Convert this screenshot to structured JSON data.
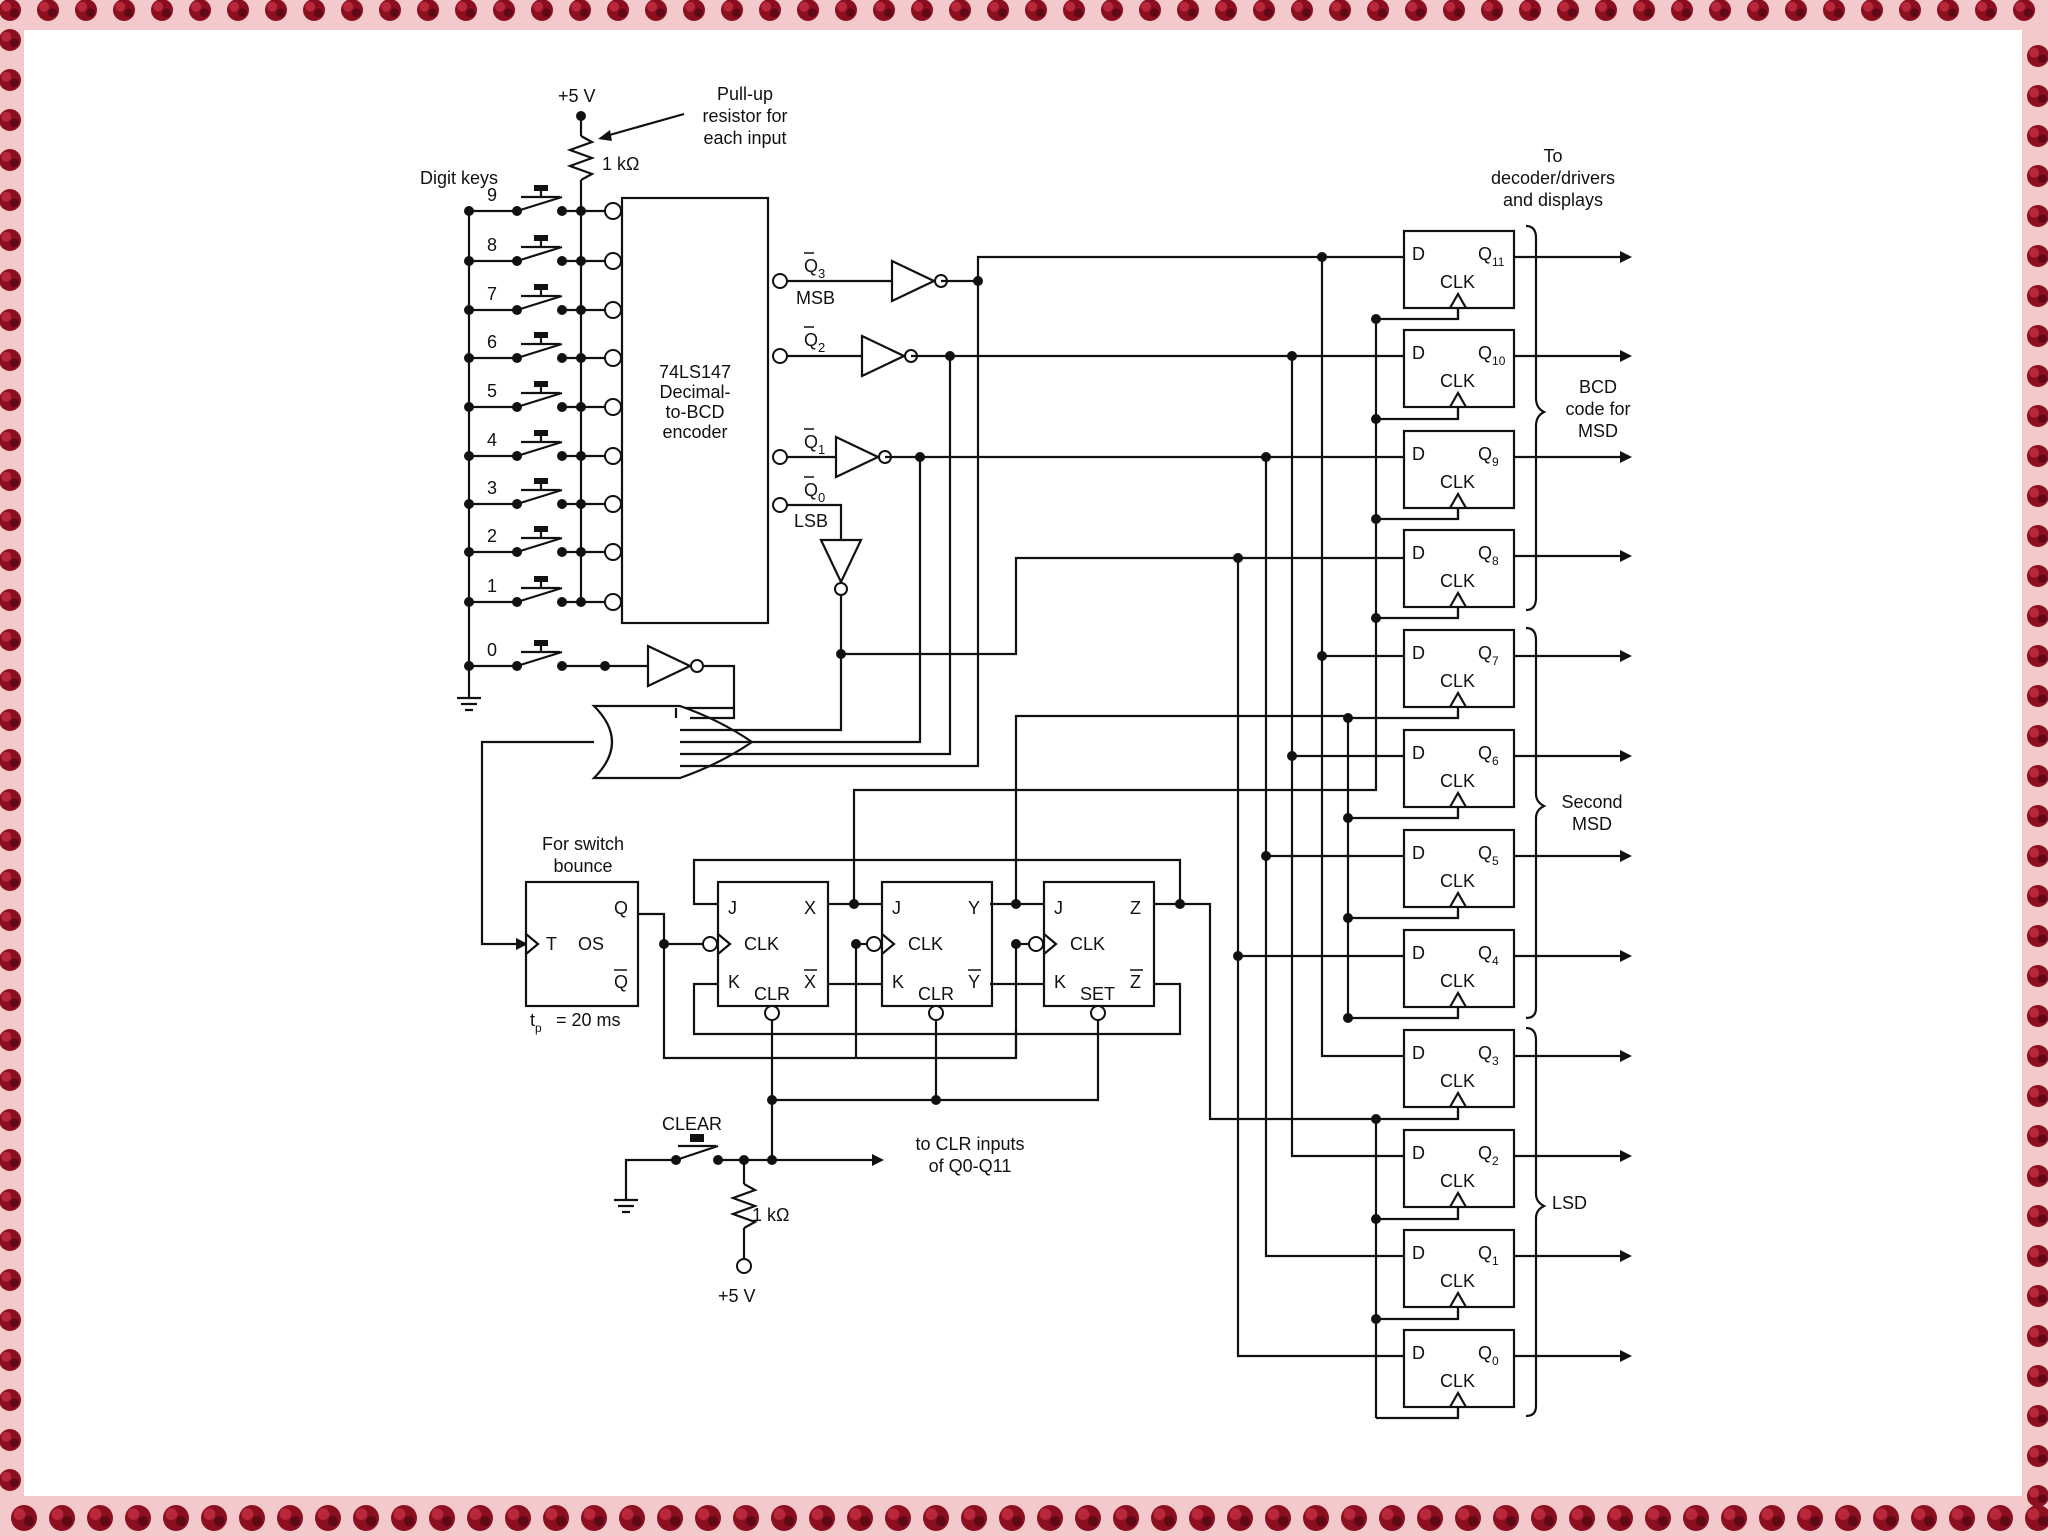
{
  "colors": {
    "frame_light": "#f3c9cc",
    "frame_dark": "#8c0f20",
    "frame_mid": "#b8283a",
    "ink": "#111111",
    "paper": "#ffffff"
  },
  "labels": {
    "vcc_top": "+5 V",
    "pullup_note": [
      "Pull-up",
      "resistor for",
      "each input"
    ],
    "r_top": "1 kΩ",
    "digit_keys": "Digit keys",
    "digits": [
      "9",
      "8",
      "7",
      "6",
      "5",
      "4",
      "3",
      "2",
      "1",
      "0"
    ],
    "encoder": [
      "74LS147",
      "Decimal-",
      "to-BCD",
      "encoder"
    ],
    "q3": "Q3",
    "q2": "Q2",
    "q1": "Q1",
    "q0": "Q0",
    "msb": "MSB",
    "lsb": "LSB",
    "to_decoder": [
      "To",
      "decoder/drivers",
      "and displays"
    ],
    "bcd_msd": [
      "BCD",
      "code for",
      "MSD"
    ],
    "second_msd": [
      "Second",
      "MSD"
    ],
    "lsd": "LSD",
    "for_switch": [
      "For switch",
      "bounce"
    ],
    "os_t": "T",
    "os_os": "OS",
    "os_q": "Q",
    "os_qbar": "Q",
    "tp": "tp = 20 ms",
    "j": "J",
    "k": "K",
    "clk": "CLK",
    "clr": "CLR",
    "set": "SET",
    "x": "X",
    "y": "Y",
    "z": "Z",
    "clear": "CLEAR",
    "to_clr": [
      "to CLR inputs",
      "of Q0-Q11"
    ],
    "r_bottom": "1 kΩ",
    "vcc_bottom": "+5 V",
    "ff_d": "D",
    "ff_clk": "CLK",
    "ff_q_nums": [
      "11",
      "10",
      "9",
      "8",
      "7",
      "6",
      "5",
      "4",
      "3",
      "2",
      "1",
      "0"
    ]
  }
}
